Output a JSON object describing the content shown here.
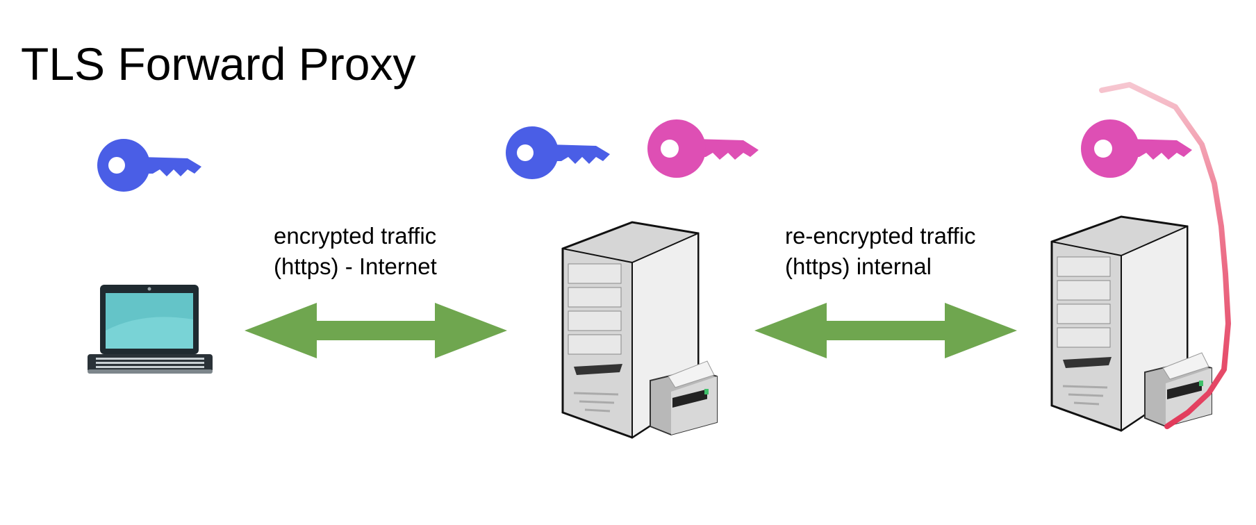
{
  "title": "TLS Forward Proxy",
  "labels": {
    "internet": {
      "line1": "encrypted traffic",
      "line2": "(https) - Internet"
    },
    "internal": {
      "line1": "re-encrypted traffic",
      "line2": "(https) internal"
    }
  },
  "colors": {
    "client_key": "#4a5ee6",
    "internal_key": "#de4fb4",
    "arrow": "#6fa64f",
    "annotation_stroke": "#e23a5a"
  },
  "icons": {
    "client": "laptop-icon",
    "proxy": "server-tower-icon",
    "destination": "server-tower-icon",
    "keys": "key-icon"
  }
}
